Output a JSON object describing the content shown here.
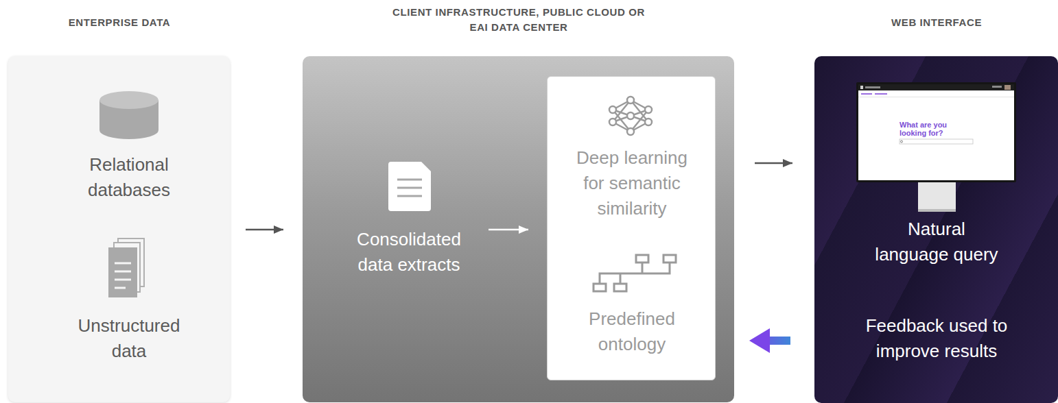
{
  "diagram": {
    "nodes": [
      {
        "text": [
          "ENTERPRISE DATA",
          "Relational databases",
          "Unstructured data"
        ]
      },
      {
        "text": [
          "CLIENT INFRASTRUCTURE, PUBLIC CLOUD OR EAI DATA CENTER"
        ]
      },
      {
        "text": [
          "Consolidated data extracts"
        ],
        "in": 1
      },
      {
        "text": [
          "Deep learning for semantic similarity",
          "Predefined ontology"
        ],
        "in": 1
      },
      {
        "text": [
          "WEB INTERFACE",
          "Natural language query",
          "Feedback used to improve results"
        ]
      }
    ],
    "edges": [
      {
        "from": 0,
        "to": 1,
        "arrow": "to"
      },
      {
        "from": 2,
        "to": 3,
        "arrow": "to"
      },
      {
        "from": 1,
        "to": 4,
        "arrow": "to"
      },
      {
        "from": 4,
        "to": 1,
        "arrow": "to"
      }
    ],
    "labels": [
      "What are you looking for?"
    ]
  }
}
